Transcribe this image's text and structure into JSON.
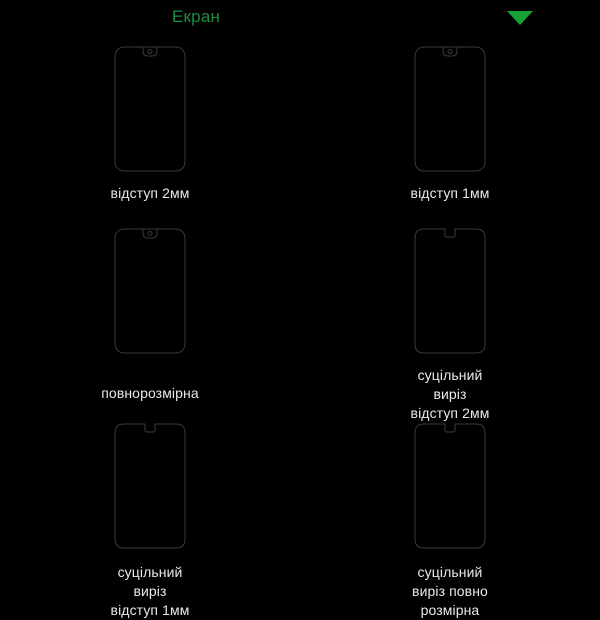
{
  "page": {
    "background_color": "#000000",
    "language": "uk"
  },
  "header": {
    "title": "Екран",
    "title_color": "#1f8c3e",
    "dropdown_icon": "chevron-down-icon",
    "dropdown_color": "#19a337"
  },
  "variants": [
    {
      "id": "punch-hole-margin-2mm",
      "label": "відступ 2мм",
      "cutout": "punch-hole",
      "outline_color": "#3a3a3a"
    },
    {
      "id": "punch-hole-margin-1mm",
      "label": "відступ 1мм",
      "cutout": "punch-hole",
      "outline_color": "#3a3a3a"
    },
    {
      "id": "full-size",
      "label": "повнорозмірна",
      "cutout": "punch-hole",
      "outline_color": "#3a3a3a"
    },
    {
      "id": "solid-cutout-margin-2mm",
      "label": "суцільний\nвиріз\nвідступ 2мм",
      "cutout": "notch",
      "outline_color": "#3a3a3a"
    },
    {
      "id": "solid-cutout-margin-1mm",
      "label": "суцільний\nвиріз\nвідступ 1мм",
      "cutout": "notch",
      "outline_color": "#3a3a3a"
    },
    {
      "id": "solid-cutout-full-size",
      "label": "суцільний\nвиріз повно\nрозмірна",
      "cutout": "notch",
      "outline_color": "#3a3a3a"
    }
  ]
}
